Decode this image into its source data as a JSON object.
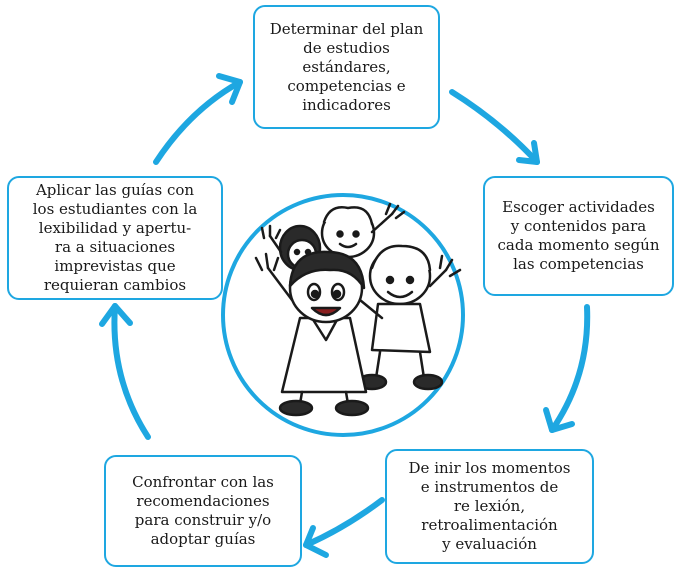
{
  "diagram": {
    "steps": [
      {
        "text": "Determinar del plan\nde estudios\nestándares,\ncompetencias e\nindicadores"
      },
      {
        "text": "Escoger actividades\ny contenidos para\ncada momento según\nlas competencias"
      },
      {
        "text": "De  inir los momentos\ne instrumentos de\nre  lexión,\nretroalimentación\ny evaluación"
      },
      {
        "text": "Confrontar con las\nrecomendaciones\npara construir y/o\nadoptar guías"
      },
      {
        "text": "Aplicar las guías con\nlos estudiantes con la\nlexibilidad y apertu-\nra a situaciones\nimprevistas que\nrequieran cambios"
      }
    ],
    "center_image": "children-waving-illustration",
    "colors": {
      "accent": "#1ea7e1",
      "ink": "#1a1a1a",
      "background": "#ffffff"
    }
  }
}
